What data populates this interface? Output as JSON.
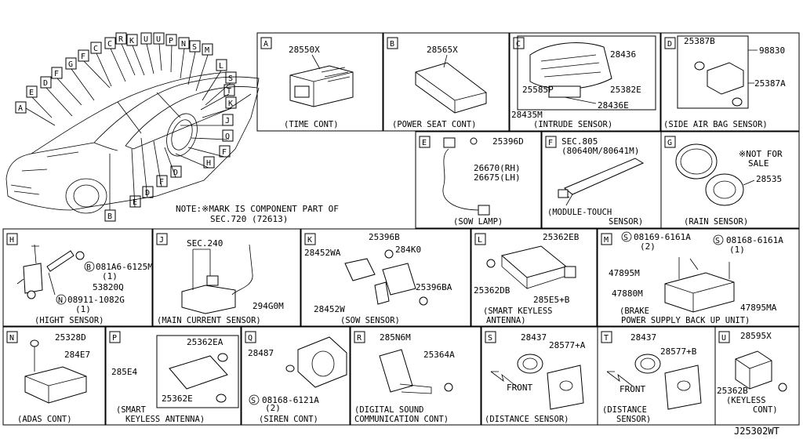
{
  "note": {
    "line1": "NOTE:※MARK IS COMPONENT PART OF",
    "line2": "SEC.720 (72613)"
  },
  "diagram_id": "J25302WT",
  "car_labels": [
    "A",
    "B",
    "C",
    "D",
    "E",
    "F",
    "G",
    "H",
    "J",
    "K",
    "L",
    "M",
    "N",
    "P",
    "Q",
    "R",
    "S",
    "T",
    "U"
  ],
  "panels": {
    "A": {
      "letter": "A",
      "parts": [
        "28550X"
      ],
      "caption": "(TIME CONT)"
    },
    "B": {
      "letter": "B",
      "parts": [
        "28565X"
      ],
      "caption": "(POWER SEAT CONT)"
    },
    "C": {
      "letter": "C",
      "parts": [
        "28436",
        "25585P",
        "25382E",
        "28436E",
        "28435M"
      ],
      "caption": "(INTRUDE SENSOR)"
    },
    "D": {
      "letter": "D",
      "parts": [
        "25387B",
        "98830",
        "25387A"
      ],
      "caption": "(SIDE AIR BAG SENSOR)"
    },
    "E": {
      "letter": "E",
      "parts": [
        "25396D",
        "26670(RH)",
        "26675(LH)"
      ],
      "caption": "(SOW LAMP)"
    },
    "F": {
      "letter": "F",
      "parts": [
        "SEC.805",
        "(80640M/80641M)"
      ],
      "caption1": "(MODULE-TOUCH",
      "caption2": "SENSOR)"
    },
    "G": {
      "letter": "G",
      "parts": [
        "※NOT FOR",
        "SALE",
        "28535"
      ],
      "caption": "(RAIN SENSOR)"
    },
    "H": {
      "letter": "H",
      "parts": [
        "081A6-6125M",
        "(1)",
        "53820Q",
        "08911-1082G",
        "(1)"
      ],
      "circ_b": "B",
      "circ_n": "N",
      "caption": "(HIGHT SENSOR)"
    },
    "J": {
      "letter": "J",
      "parts": [
        "SEC.240",
        "294G0M"
      ],
      "caption": "(MAIN CURRENT SENSOR)"
    },
    "K": {
      "letter": "K",
      "parts": [
        "25396B",
        "28452WA",
        "284K0",
        "25396BA",
        "28452W"
      ],
      "caption": "(SOW SENSOR)"
    },
    "L": {
      "letter": "L",
      "parts": [
        "25362EB",
        "25362DB",
        "285E5+B"
      ],
      "caption1": "(SMART KEYLESS",
      "caption2": "ANTENNA)"
    },
    "M": {
      "letter": "M",
      "parts": [
        "08169-6161A",
        "(2)",
        "08168-6161A",
        "(1)",
        "47895M",
        "47880M",
        "47895MA"
      ],
      "circ_s": "S",
      "caption1": "(BRAKE",
      "caption2": "POWER SUPPLY BACK UP UNIT)"
    },
    "N": {
      "letter": "N",
      "parts": [
        "25328D",
        "284E7"
      ],
      "caption": "(ADAS CONT)"
    },
    "P": {
      "letter": "P",
      "parts": [
        "25362EA",
        "285E4",
        "25362E"
      ],
      "caption1": "(SMART",
      "caption2": "KEYLESS ANTENNA)"
    },
    "Q": {
      "letter": "Q",
      "parts": [
        "28487",
        "08168-6121A",
        "(2)"
      ],
      "circ_s": "S",
      "caption": "(SIREN CONT)"
    },
    "R": {
      "letter": "R",
      "parts": [
        "285N6M",
        "25364A"
      ],
      "caption1": "(DIGITAL SOUND",
      "caption2": "COMMUNICATION CONT)"
    },
    "S": {
      "letter": "S",
      "parts": [
        "28437",
        "28577+A",
        "FRONT"
      ],
      "caption": "(DISTANCE SENSOR)"
    },
    "T": {
      "letter": "T",
      "parts": [
        "28437",
        "28577+B",
        "FRONT"
      ],
      "caption1": "(DISTANCE",
      "caption2": "SENSOR)"
    },
    "U": {
      "letter": "U",
      "parts": [
        "28595X",
        "25362B"
      ],
      "caption1": "(KEYLESS",
      "caption2": "CONT)"
    }
  }
}
